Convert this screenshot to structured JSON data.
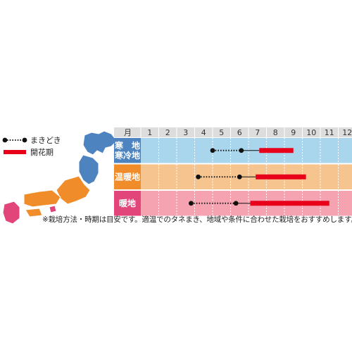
{
  "legend": {
    "sowing": "まきどき",
    "flowering": "開花期"
  },
  "colors": {
    "cold": "#a9d6ec",
    "temperate": "#f6c58f",
    "warm": "#f6a3b1",
    "region_label_cold": "#4d84c0",
    "region_label_temperate": "#f08d2a",
    "region_label_warm": "#e2457a",
    "flowering_bar": "#e8001a",
    "header_bg": "#dddddd"
  },
  "chart_data": {
    "type": "table",
    "month_header": "月",
    "months": [
      "1",
      "2",
      "3",
      "4",
      "5",
      "6",
      "7",
      "8",
      "9",
      "10",
      "11",
      "12"
    ],
    "regions": [
      {
        "label": "寒　地\n寒冷地",
        "key": "cold",
        "sowing": [
          5.0,
          6.6
        ],
        "flowering": [
          7.6,
          9.5
        ]
      },
      {
        "label": "温暖地",
        "key": "temperate",
        "sowing": [
          4.2,
          6.5
        ],
        "flowering": [
          7.4,
          10.2
        ]
      },
      {
        "label": "暖地",
        "key": "warm",
        "sowing": [
          3.8,
          6.3
        ],
        "flowering": [
          7.1,
          11.5
        ]
      }
    ]
  },
  "note": "※栽培方法・時期は目安です。適温でのタネまき、地域や条件に合わせた栽培をおすすめします。"
}
